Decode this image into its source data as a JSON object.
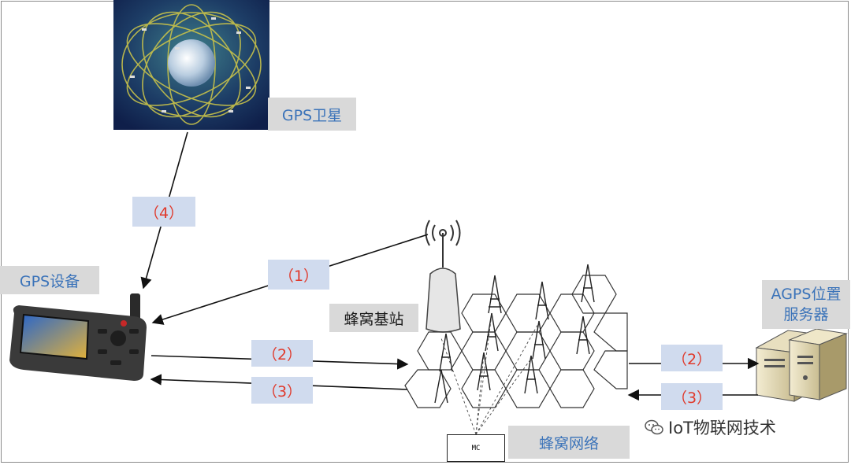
{
  "nodes": {
    "satellite": "GPS卫星",
    "device": "GPS设备",
    "base_station": "蜂窝基站",
    "server_line1": "AGPS位置",
    "server_line2": "服务器",
    "network": "蜂窝网络",
    "mc_box": "MC"
  },
  "steps": {
    "s1": "（1）",
    "s2_left": "（2）",
    "s3_left": "（3）",
    "s2_right": "（2）",
    "s3_right": "（3）",
    "s4": "（4）"
  },
  "watermark": "IoT物联网技术",
  "colors": {
    "label_bg": "#d9d9d9",
    "step_bg": "#d0dbee",
    "blue_text": "#3b73b9",
    "red_text": "#e0392b"
  }
}
